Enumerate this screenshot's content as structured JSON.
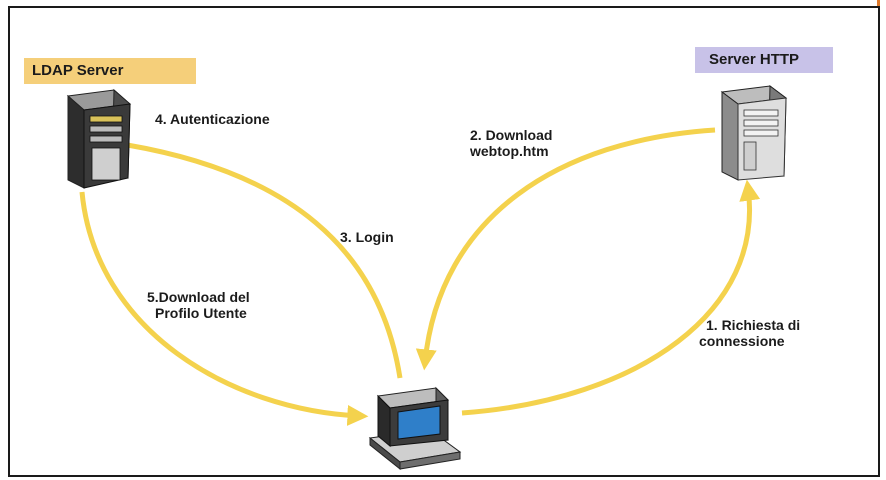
{
  "nodes": {
    "ldap_server": {
      "label": "LDAP Server",
      "color": "#f5cf7a",
      "icon": "server-tower-icon"
    },
    "http_server": {
      "label": "Server HTTP",
      "color": "#c8c2e8",
      "icon": "server-tower-icon"
    },
    "client": {
      "icon": "desktop-computer-icon"
    }
  },
  "steps": [
    {
      "line1": "1. Richiesta di",
      "line2": "connessione"
    },
    {
      "line1": "2. Download",
      "line2": "webtop.htm"
    },
    {
      "line1": "3. Login"
    },
    {
      "line1": "4. Autenticazione"
    },
    {
      "line1": "5.Download del",
      "line2": "Profilo Utente"
    }
  ],
  "colors": {
    "arrow": "#f4d24d",
    "border": "#1a1a1a",
    "accent": "#e07a2a"
  }
}
